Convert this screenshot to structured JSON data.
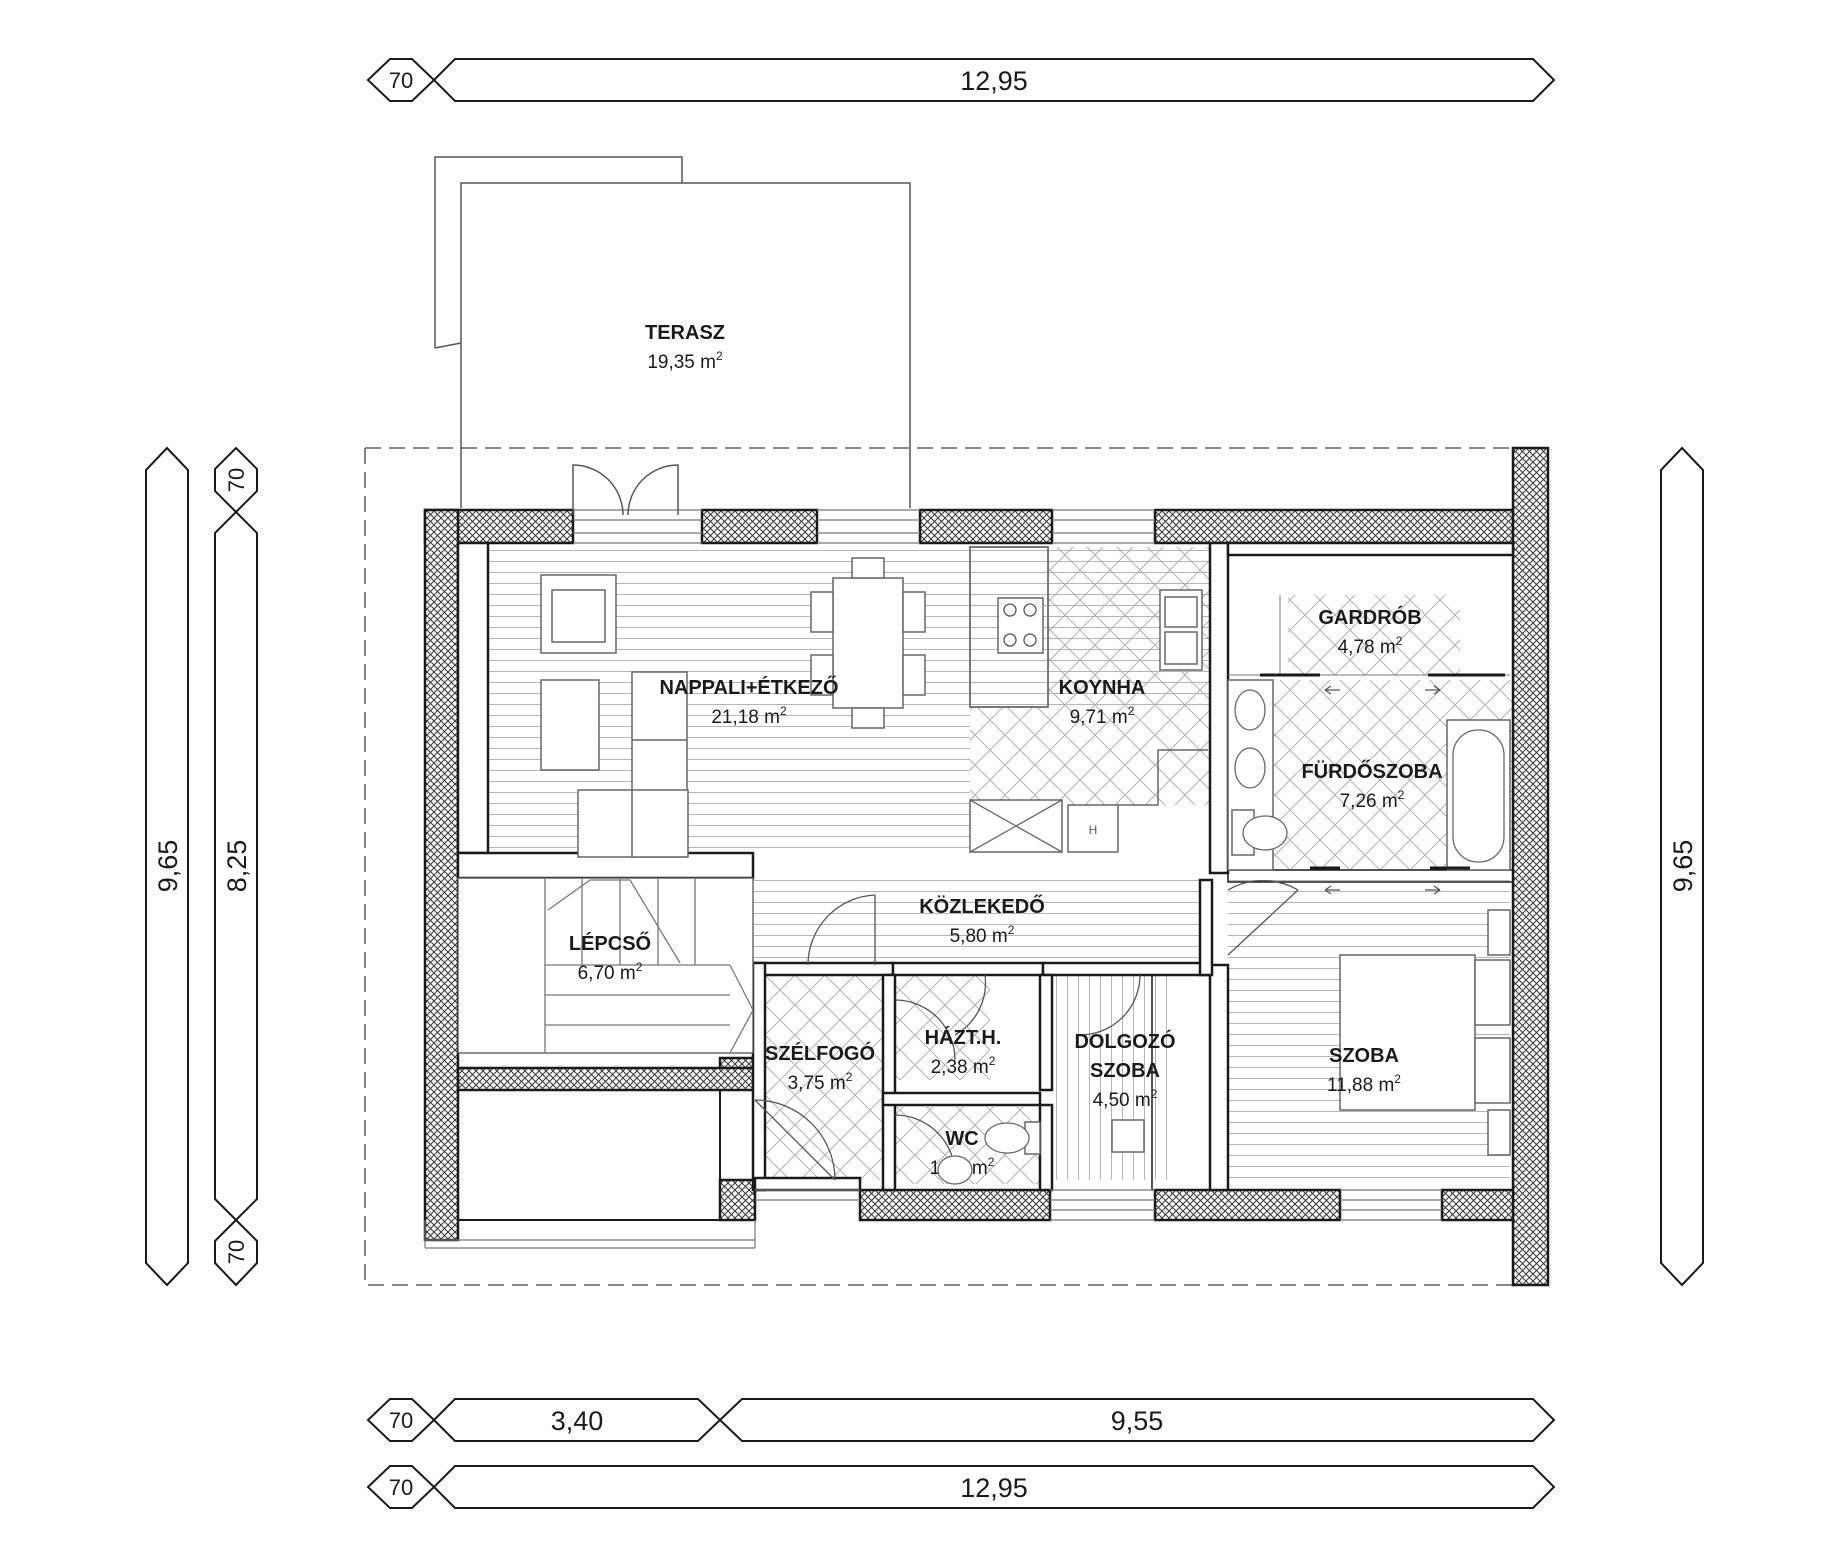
{
  "rooms": {
    "terasz": {
      "name": "TERASZ",
      "area": "19,35 m"
    },
    "nappali": {
      "name": "NAPPALI+ÉTKEZŐ",
      "area": "21,18 m"
    },
    "koynha": {
      "name": "KOYNHA",
      "area": "9,71 m"
    },
    "gardrob": {
      "name": "GARDRÓB",
      "area": "4,78 m"
    },
    "furdo": {
      "name": "FÜRDŐSZOBA",
      "area": "7,26 m"
    },
    "kozlekedo": {
      "name": "KÖZLEKEDŐ",
      "area": "5,80 m"
    },
    "lepcso": {
      "name": "LÉPCSŐ",
      "area": "6,70 m"
    },
    "szelfogo": {
      "name": "SZÉLFOGÓ",
      "area": "3,75 m"
    },
    "hazt": {
      "name": "HÁZT.H.",
      "area": "2,38 m"
    },
    "dolgozo": {
      "name1": "DOLGOZÓ",
      "name2": "SZOBA",
      "area": "4,50 m"
    },
    "wc": {
      "name": "WC",
      "area": "1,70 m"
    },
    "szoba": {
      "name": "SZOBA",
      "area": "11,88 m"
    }
  },
  "area_unit_superscript": "2",
  "appliance_label": "H",
  "dimensions": {
    "top": {
      "end": "70",
      "main": "12,95"
    },
    "bottom1": {
      "end": "70",
      "a": "3,40",
      "b": "9,55"
    },
    "bottom2": {
      "end": "70",
      "main": "12,95"
    },
    "left_outer": "9,65",
    "left_inner": {
      "main": "8,25",
      "end_top": "70",
      "end_bottom": "70"
    },
    "right": "9,65"
  }
}
